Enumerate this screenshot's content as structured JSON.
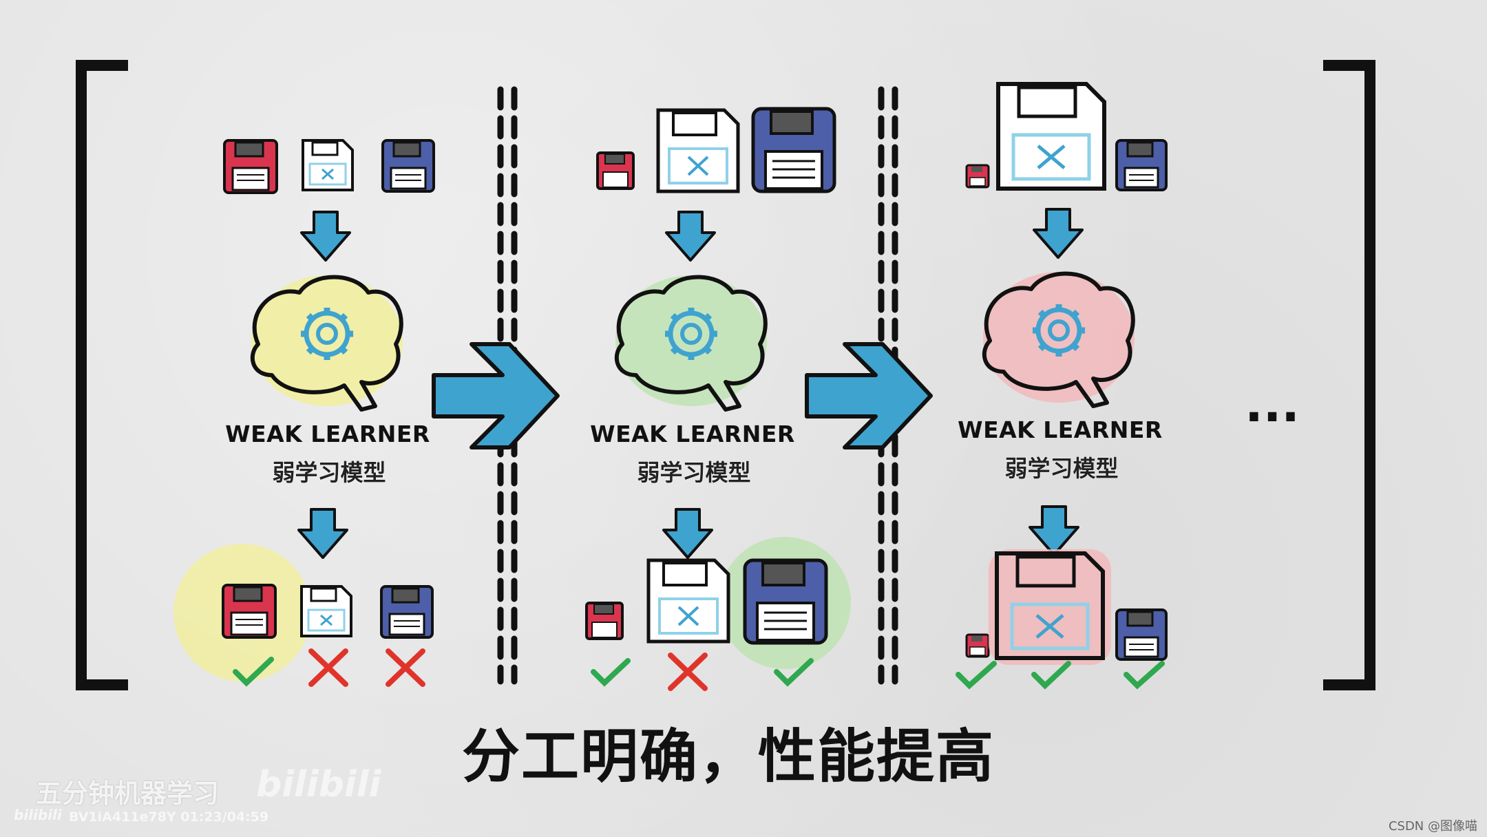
{
  "panels": [
    {
      "label_en": "WEAK LEARNER",
      "label_zh": "弱学习模型",
      "highlight": "#f2ef9c",
      "marks": [
        "check",
        "cross",
        "cross"
      ]
    },
    {
      "label_en": "WEAK LEARNER",
      "label_zh": "弱学习模型",
      "highlight": "#bfe3b4",
      "marks": [
        "check",
        "cross",
        "check"
      ]
    },
    {
      "label_en": "WEAK LEARNER",
      "label_zh": "弱学习模型",
      "highlight": "#f2b8bb",
      "marks": [
        "check",
        "check",
        "check"
      ]
    }
  ],
  "caption": "分工明确，性能提高",
  "ellipsis": "...",
  "watermark": {
    "channel": "五分钟机器学习",
    "logo": "bilibili",
    "video_info": "BV1iA411e78Y 01:23/04:59"
  },
  "credit": "CSDN @图像喵",
  "colors": {
    "red_disk": "#d9354f",
    "blue_disk": "#4d5fa8",
    "arrow": "#3fa3cf",
    "check": "#2fa84f",
    "cross": "#e0342b",
    "screen": "#8fd1e8"
  },
  "icons": [
    "floppy-disk-icon",
    "brain-gear-icon",
    "down-arrow-icon",
    "right-arrow-icon",
    "check-icon",
    "cross-icon"
  ]
}
